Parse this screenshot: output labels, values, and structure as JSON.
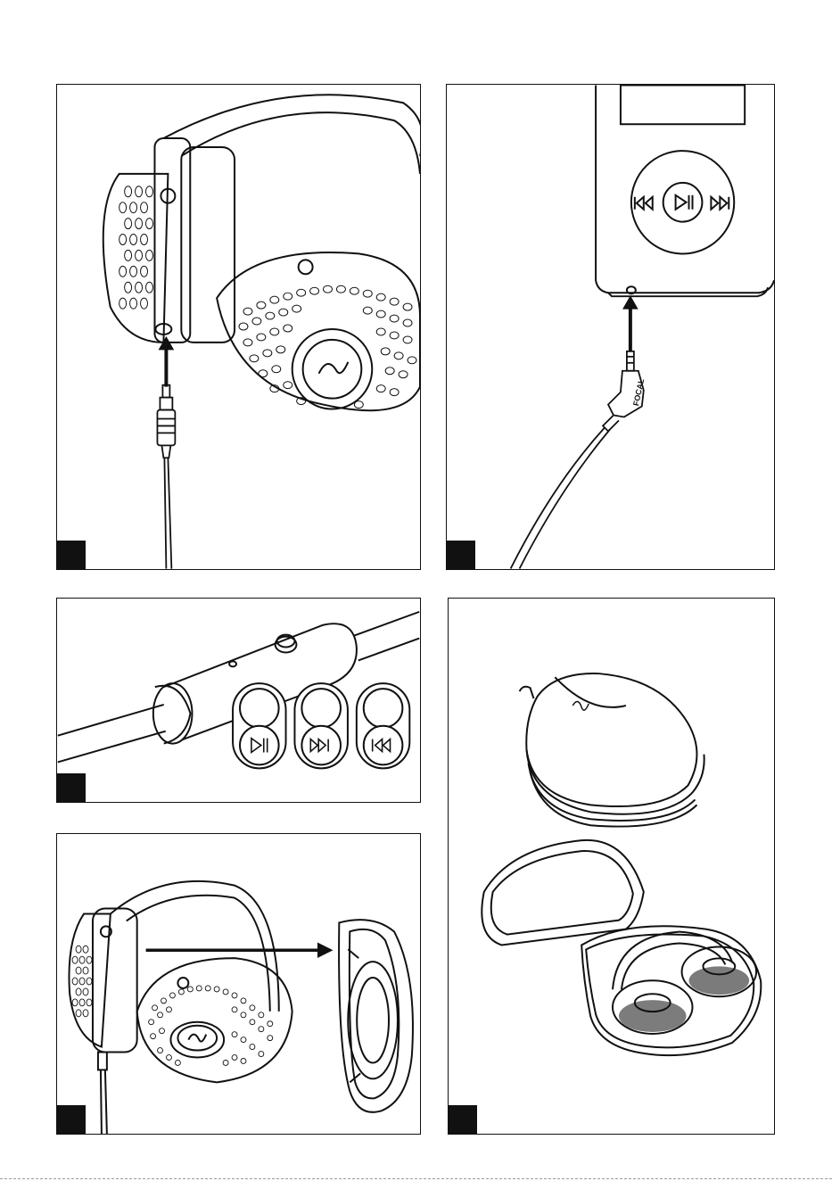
{
  "page": {
    "panels": [
      {
        "id": "connect-headphone",
        "icon": "headphone-jack-insert-illustration"
      },
      {
        "id": "connect-player",
        "icon": "player-jack-insert-illustration"
      },
      {
        "id": "remote-control",
        "icon": "inline-remote-illustration",
        "buttons": [
          {
            "top": "blank",
            "bottom": "play-pause-icon"
          },
          {
            "top": "blank",
            "bottom": "next-track-icon"
          },
          {
            "top": "blank",
            "bottom": "previous-track-icon"
          }
        ]
      },
      {
        "id": "case-storage",
        "icon": "carry-case-illustration"
      },
      {
        "id": "ear-pad-replacement",
        "icon": "ear-pad-removal-illustration"
      }
    ],
    "colors": {
      "ink": "#111111",
      "paper": "#ffffff",
      "tag": "#111111"
    }
  },
  "plug_brand": "FOCAL"
}
